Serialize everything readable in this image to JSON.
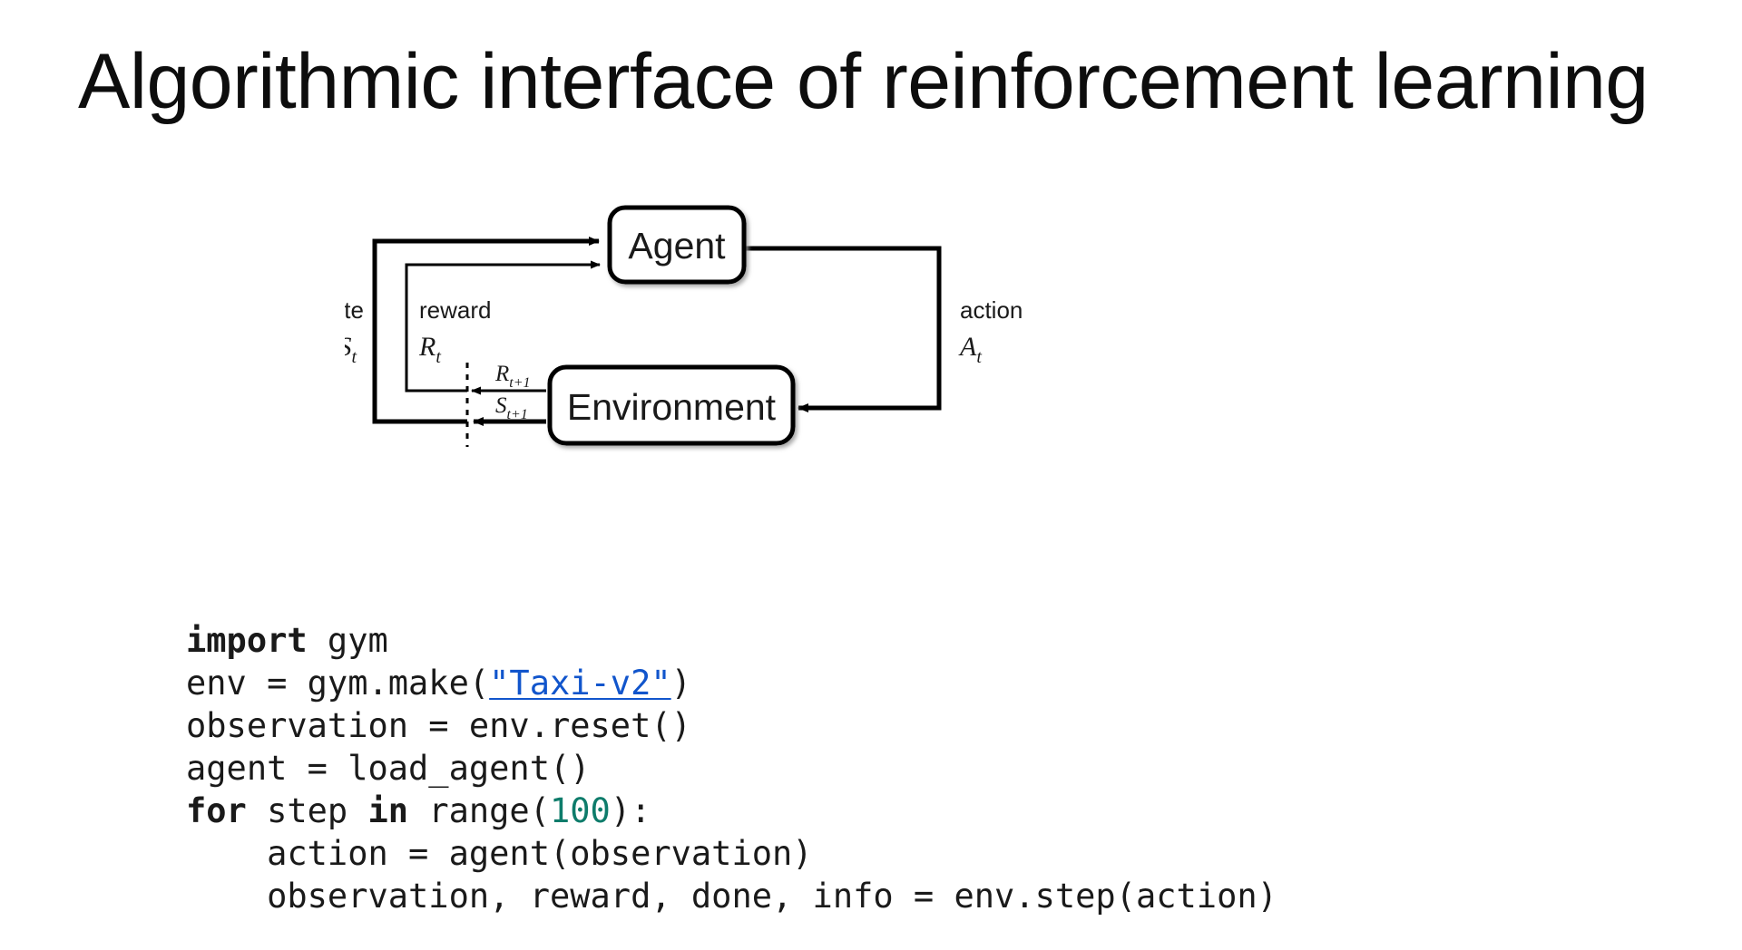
{
  "slide": {
    "title": "Algorithmic interface of reinforcement learning",
    "background_color": "#ffffff",
    "text_color": "#0d0d0d"
  },
  "diagram": {
    "name": "agent-environment-interaction-loop",
    "nodes": [
      {
        "id": "agent",
        "label": "Agent"
      },
      {
        "id": "environment",
        "label": "Environment"
      }
    ],
    "edge_labels": {
      "state_word": "state",
      "state_symbol_base": "S",
      "state_symbol_sub": "t",
      "reward_word": "reward",
      "reward_symbol_base": "R",
      "reward_symbol_sub": "t",
      "action_word": "action",
      "action_symbol_base": "A",
      "action_symbol_sub": "t",
      "next_reward_base": "R",
      "next_reward_sub": "t+1",
      "next_state_base": "S",
      "next_state_sub": "t+1"
    },
    "stroke_color": "#000000",
    "fill_color": "#ffffff"
  },
  "code": {
    "language": "python",
    "link_color": "#1155cc",
    "number_color": "#0e7c6b",
    "text_color": "#1a1a1a",
    "lines": [
      {
        "id": "line-1",
        "parts": [
          {
            "t": "import",
            "style": "kw"
          },
          {
            "t": " gym",
            "style": "plain"
          }
        ]
      },
      {
        "id": "line-2",
        "parts": [
          {
            "t": "env = gym.make(",
            "style": "plain"
          },
          {
            "t": "\"Taxi-v2\"",
            "style": "lnk"
          },
          {
            "t": ")",
            "style": "plain"
          }
        ]
      },
      {
        "id": "line-3",
        "parts": [
          {
            "t": "observation = env.reset()",
            "style": "plain"
          }
        ]
      },
      {
        "id": "line-4",
        "parts": [
          {
            "t": "agent = load_agent()",
            "style": "plain"
          }
        ]
      },
      {
        "id": "line-5",
        "parts": [
          {
            "t": "for",
            "style": "kw"
          },
          {
            "t": " step ",
            "style": "plain"
          },
          {
            "t": "in",
            "style": "kw"
          },
          {
            "t": " range(",
            "style": "plain"
          },
          {
            "t": "100",
            "style": "num"
          },
          {
            "t": "):",
            "style": "plain"
          }
        ]
      },
      {
        "id": "line-6",
        "parts": [
          {
            "t": "    action = agent(observation)",
            "style": "plain"
          }
        ]
      },
      {
        "id": "line-7",
        "parts": [
          {
            "t": "    observation, reward, done, info = env.step(action)",
            "style": "plain"
          }
        ]
      }
    ]
  }
}
